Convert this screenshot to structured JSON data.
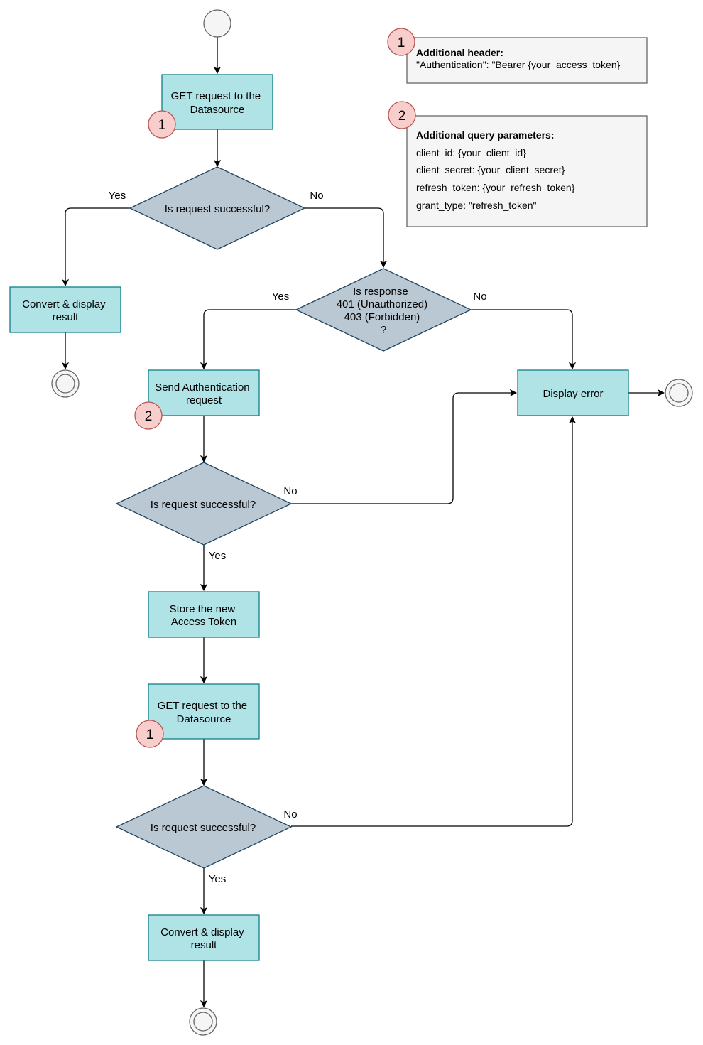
{
  "colors": {
    "process_fill": "#b0e3e6",
    "process_stroke": "#0e8088",
    "decision_fill": "#bac8d3",
    "decision_stroke": "#23445d",
    "badge_fill": "#f8cecc",
    "badge_stroke": "#b85450",
    "note_fill": "#f5f5f5",
    "note_stroke": "#666666",
    "start_fill": "#f5f5f5"
  },
  "nodes": {
    "get_request_1": [
      "GET request to the",
      "Datasource"
    ],
    "decision_1": [
      "Is request successful?"
    ],
    "convert_1": [
      "Convert & display",
      "result"
    ],
    "decision_401": [
      "Is response",
      "401 (Unauthorized)",
      "403 (Forbidden)",
      "?"
    ],
    "send_auth": [
      "Send Authentication",
      "request"
    ],
    "display_error": [
      "Display error"
    ],
    "decision_2": [
      "Is request successful?"
    ],
    "store_token": [
      "Store the new",
      "Access Token"
    ],
    "get_request_2": [
      "GET request to the",
      "Datasource"
    ],
    "decision_3": [
      "Is request successful?"
    ],
    "convert_2": [
      "Convert & display",
      "result"
    ]
  },
  "edge_labels": {
    "d1_yes": "Yes",
    "d1_no": "No",
    "d401_yes": "Yes",
    "d401_no": "No",
    "d2_no": "No",
    "d2_yes": "Yes",
    "d3_no": "No",
    "d3_yes": "Yes"
  },
  "badges": {
    "one": "1",
    "two": "2"
  },
  "notes": {
    "header": {
      "title": "Additional header:",
      "lines": [
        "\"Authentication\": \"Bearer {your_access_token}"
      ]
    },
    "query": {
      "title": "Additional query parameters:",
      "lines": [
        "client_id: {your_client_id}",
        "client_secret: {your_client_secret}",
        "refresh_token: {your_refresh_token}",
        "grant_type: \"refresh_token\""
      ]
    }
  }
}
